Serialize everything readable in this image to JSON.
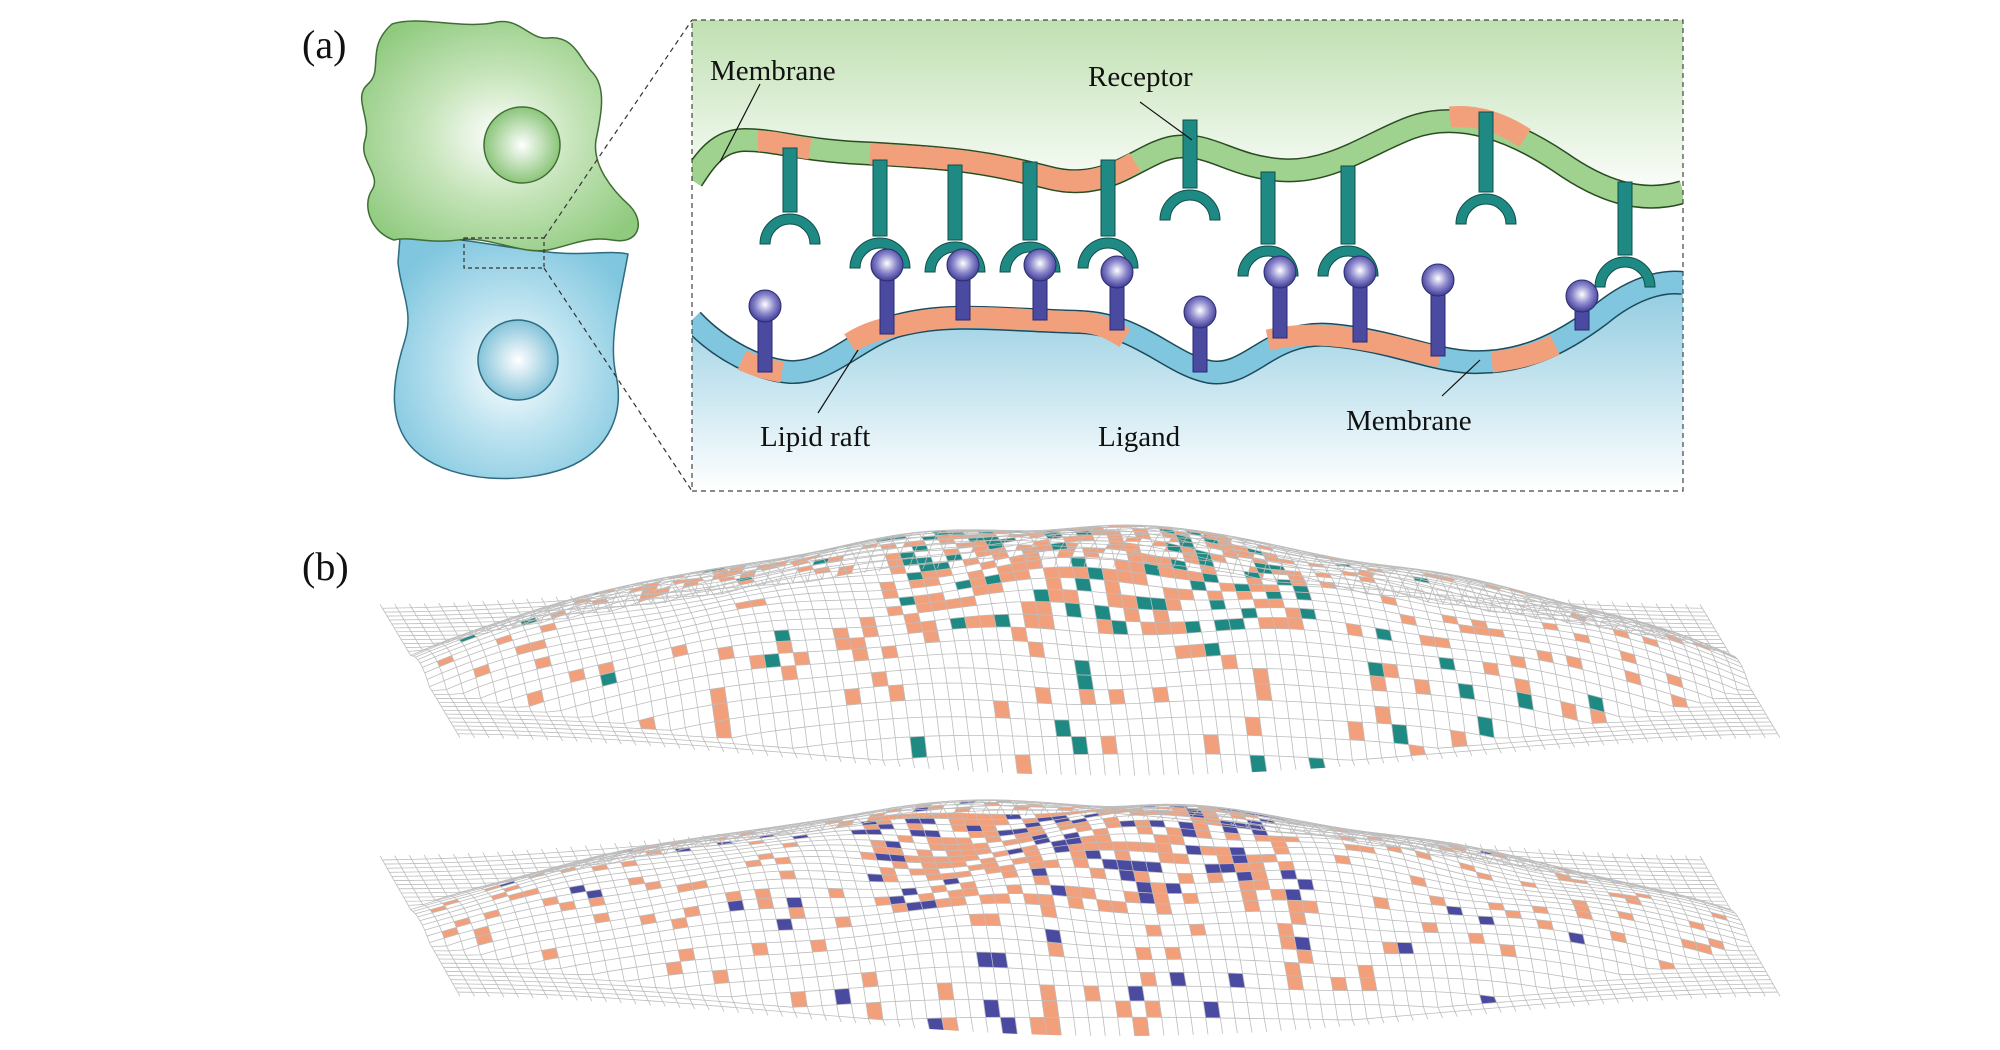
{
  "panel_a": {
    "label": "(a)",
    "labels": {
      "membrane_top": "Membrane",
      "receptor": "Receptor",
      "lipid_raft": "Lipid raft",
      "ligand": "Ligand",
      "membrane_bottom": "Membrane"
    }
  },
  "panel_b": {
    "label": "(b)"
  },
  "colors": {
    "green_cell": "#8fca7e",
    "green_light": "#eef7e9",
    "blue_cell": "#7fc6de",
    "blue_light": "#e8f5fa",
    "raft": "#f2a07b",
    "receptor": "#1f8a84",
    "ligand": "#4a4aa0",
    "mesh": "#bdbdbd"
  }
}
